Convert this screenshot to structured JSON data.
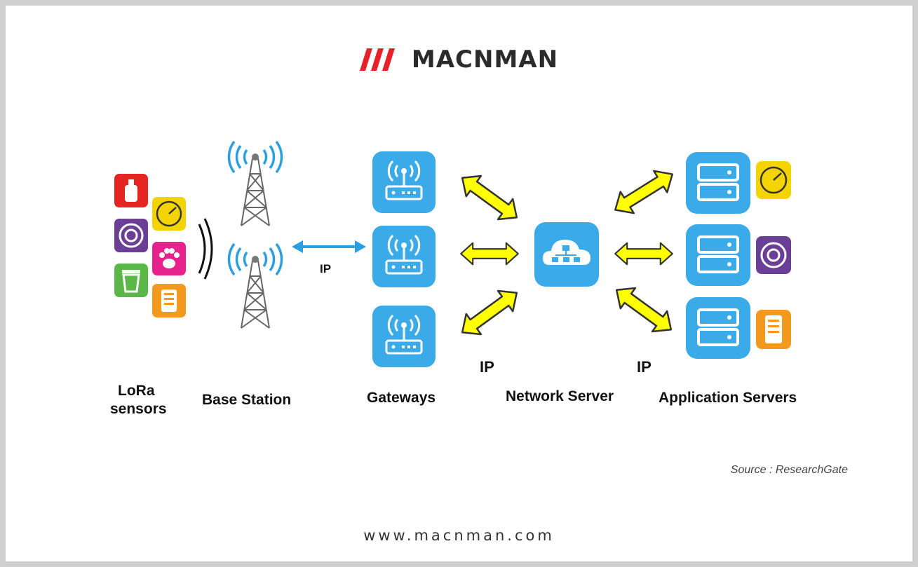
{
  "brand": {
    "name": "MACNMAN",
    "url": "www.macnman.com"
  },
  "labels": {
    "sensors_line1": "LoRa",
    "sensors_line2": "sensors",
    "base_station": "Base Station",
    "gateways": "Gateways",
    "network_server": "Network Server",
    "application_servers": "Application Servers",
    "ip_base": "IP",
    "ip_gateways": "IP",
    "ip_servers": "IP"
  },
  "source": "Source : ResearchGate",
  "icons": {
    "sensors": [
      "fire-extinguisher-icon",
      "gauge-icon",
      "smoke-detector-icon",
      "paw-icon",
      "trash-bin-icon",
      "control-panel-icon"
    ],
    "tower": "radio-tower-icon",
    "gateway": "wifi-router-icon",
    "network_server": "cloud-network-icon",
    "app_server": "server-icon",
    "arrow": "double-arrow-icon"
  },
  "colors": {
    "brand_red": "#e8202a",
    "device_blue": "#3aabe8",
    "arrow_yellow": "#ffff00",
    "signal_blue": "#2c9fe0",
    "sensor_red": "#e52522",
    "sensor_yellow": "#f4d400",
    "sensor_purple": "#6a3f95",
    "sensor_pink": "#e8228c",
    "sensor_green": "#5ab848",
    "sensor_orange": "#f39a1e"
  }
}
